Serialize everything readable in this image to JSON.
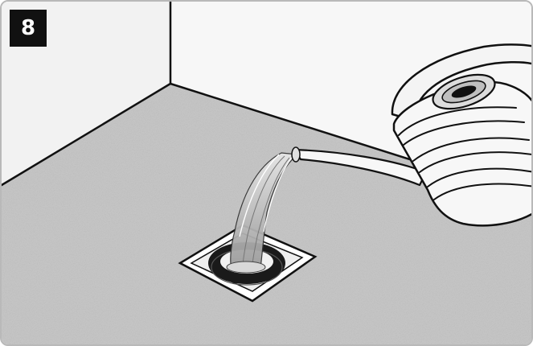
{
  "step": {
    "number": "8"
  },
  "illustration": {
    "scene": "shower-floor-drain",
    "objects": [
      "watering-can",
      "floor-drain",
      "water-stream"
    ]
  },
  "colors": {
    "floor": "#c3c3c3",
    "wall": "#f4f4f4",
    "outline": "#111111",
    "badge": "#111111",
    "frame_border": "#b9b9b9"
  }
}
